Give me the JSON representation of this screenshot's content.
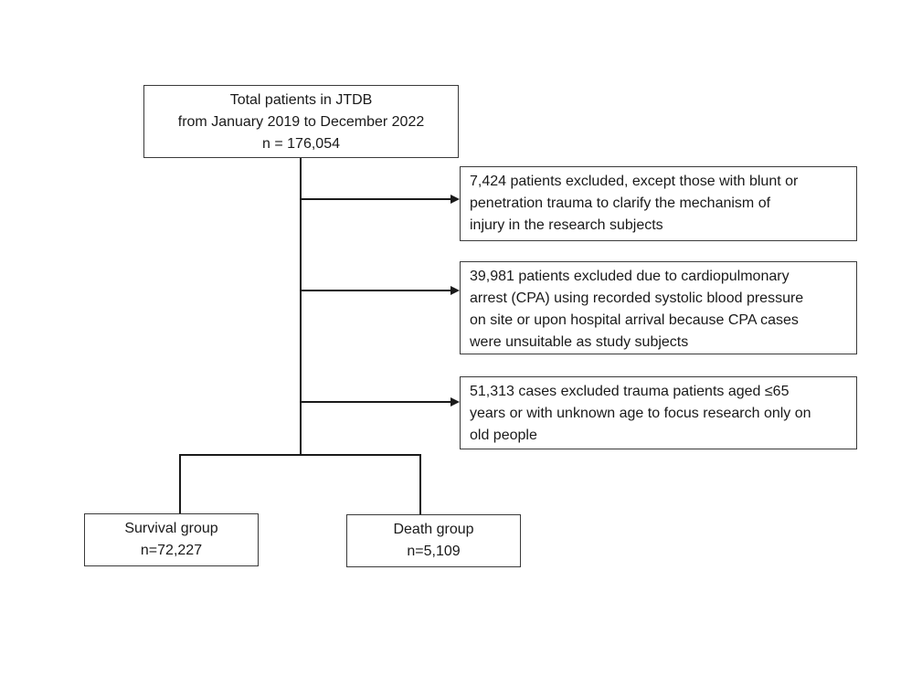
{
  "flowchart": {
    "total": {
      "lines": [
        "Total patients in JTDB",
        "from January 2019 to December 2022",
        "n = 176,054"
      ]
    },
    "exclusions": [
      {
        "lines": [
          "7,424 patients excluded, except those with blunt or",
          "penetration trauma to clarify the mechanism of",
          "injury in the research subjects"
        ]
      },
      {
        "lines": [
          "39,981 patients excluded due to cardiopulmonary",
          "arrest  (CPA) using recorded systolic blood pressure",
          "on site or upon hospital arrival because CPA cases",
          "were unsuitable as study subjects"
        ]
      },
      {
        "lines": [
          "51,313 cases excluded trauma patients aged ≤65",
          "years or with unknown age to focus research only on",
          "old people"
        ]
      }
    ],
    "outcomes": {
      "survival": {
        "lines": [
          "Survival group",
          "n=72,227"
        ]
      },
      "death": {
        "lines": [
          "Death group",
          "n=5,109"
        ]
      }
    }
  },
  "colors": {
    "line": "#1a1a1a",
    "border": "#3a3a3a"
  }
}
